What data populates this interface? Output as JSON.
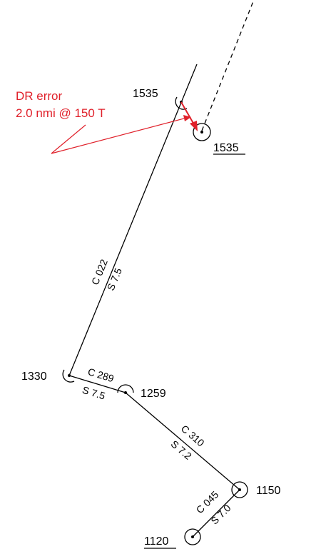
{
  "colors": {
    "ink": "#000000",
    "error": "#e0202a",
    "paper": "#ffffff"
  },
  "fixes": {
    "f1120": "1120",
    "f1150": "1150",
    "f1259": "1259",
    "f1330": "1330",
    "dr1535": "1535",
    "fix1535": "1535"
  },
  "legs": {
    "leg1": {
      "course": "C 045",
      "speed": "S 7.0"
    },
    "leg2": {
      "course": "C 310",
      "speed": "S 7.2"
    },
    "leg3": {
      "course": "C 289",
      "speed": "S 7.5"
    },
    "leg4": {
      "course": "C 022",
      "speed": "S 7.5"
    }
  },
  "annotation": {
    "line1": "DR error",
    "line2": "2.0 nmi @ 150 T"
  }
}
